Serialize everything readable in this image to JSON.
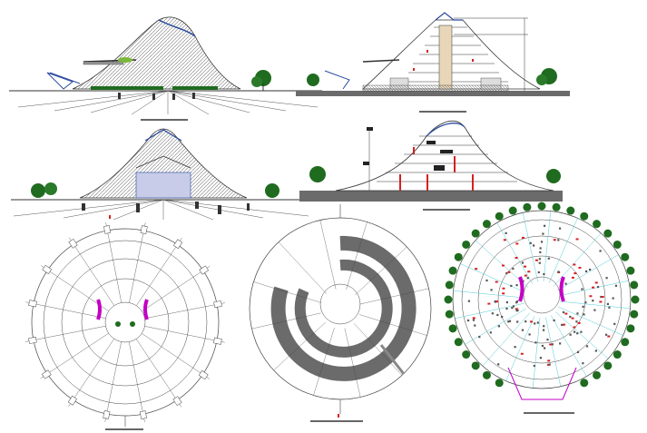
{
  "sheet": {
    "background": "#ffffff",
    "colors": {
      "line": "#3a3a3a",
      "dark_mass": "#6b6b6b",
      "roof_blue": "#2a4aa0",
      "tree_green": "#1f6b1f",
      "accent_red": "#d62020",
      "accent_magenta": "#c400c4",
      "accent_cyan": "#3cc4d0",
      "ground": "#7a7a7a"
    },
    "views": [
      {
        "id": "front-elevation",
        "kind": "elevation"
      },
      {
        "id": "longitudinal-section",
        "kind": "section"
      },
      {
        "id": "side-elevation",
        "kind": "elevation"
      },
      {
        "id": "cross-section",
        "kind": "section"
      },
      {
        "id": "ground-floor-plan",
        "kind": "plan"
      },
      {
        "id": "spiral-ramp-plan",
        "kind": "plan"
      },
      {
        "id": "furnished-plan",
        "kind": "plan"
      }
    ]
  }
}
